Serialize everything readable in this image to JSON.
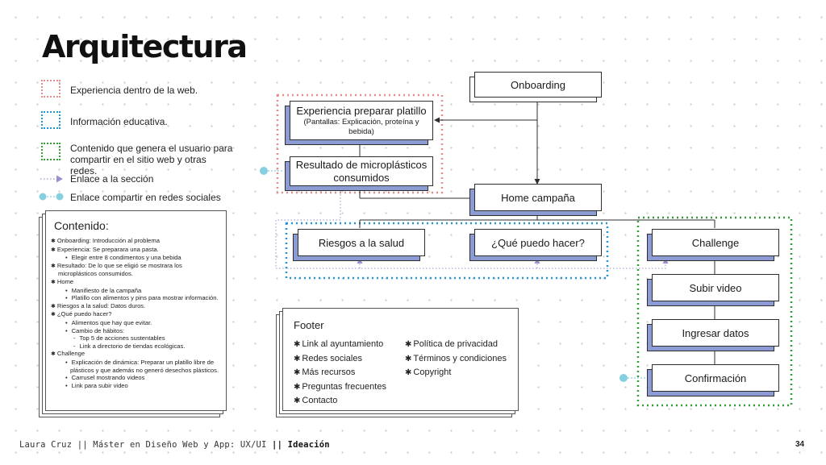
{
  "title": "Arquitectura",
  "legend": {
    "items": [
      {
        "label": "Experiencia dentro de la web.",
        "style": "dotted-box",
        "color": "#e88b8b"
      },
      {
        "label": "Información educativa.",
        "style": "dotted-box",
        "color": "#1e96d8"
      },
      {
        "label": "Contenido que genera el usuario para compartir en el sitio web y otras redes.",
        "style": "dotted-box",
        "color": "#2e9e35"
      },
      {
        "label": "Enlace a la sección",
        "style": "dotted-arrow",
        "color": "#9b8fcf"
      },
      {
        "label": "Enlace compartir en redes sociales",
        "style": "dot-link",
        "color": "#86cfe0"
      }
    ]
  },
  "content_panel": {
    "title": "Contenido:",
    "items": [
      {
        "level": 1,
        "text": "Onboarding: Introducción al problema"
      },
      {
        "level": 1,
        "text": "Experiencia: Se preparara una pasta."
      },
      {
        "level": 2,
        "text": "Elegir entre 8 condimentos y una bebida"
      },
      {
        "level": 1,
        "text": "Resultado: De lo que se eligió se mostrara los"
      },
      {
        "level": 0,
        "text": "microplásticos consumidos."
      },
      {
        "level": 1,
        "text": "Home"
      },
      {
        "level": 2,
        "text": "Manifiesto de la campaña"
      },
      {
        "level": 2,
        "text": "Platillo con alimentos y pins para mostrar información."
      },
      {
        "level": 1,
        "text": "Riesgos a la salud: Datos duros."
      },
      {
        "level": 1,
        "text": "¿Qué puedo hacer?"
      },
      {
        "level": 2,
        "text": "Alimentos que hay que evitar."
      },
      {
        "level": 2,
        "text": "Cambio de hábitos:"
      },
      {
        "level": 3,
        "text": "Top 5 de acciones sustentables"
      },
      {
        "level": 3,
        "text": "Link a directorio de tiendas ecológicas."
      },
      {
        "level": 1,
        "text": "Challenge"
      },
      {
        "level": 2,
        "text": "Explicación de dinámica: Preparar un platillo libre de"
      },
      {
        "level": 4,
        "text": "plásticos y que además no generó desechos plásticos."
      },
      {
        "level": 2,
        "text": "Carrusel mostrando videos"
      },
      {
        "level": 2,
        "text": "Link para subir video"
      }
    ]
  },
  "nodes": {
    "onboarding": "Onboarding",
    "experiencia": "Experiencia preparar platillo",
    "experiencia_sub": "(Pantallas: Explicación, proteína y bebida)",
    "resultado": "Resultado de microplásticos consumidos",
    "home": "Home campaña",
    "riesgos": "Riesgos a la salud",
    "que_puedo": "¿Qué puedo hacer?",
    "challenge": "Challenge",
    "subir_video": "Subir video",
    "ingresar_datos": "Ingresar datos",
    "confirmacion": "Confirmación"
  },
  "footer_panel": {
    "title": "Footer",
    "col1": [
      "Link al ayuntamiento",
      "Redes sociales",
      "Más recursos",
      "Preguntas frecuentes",
      "Contacto"
    ],
    "col2": [
      "Política de privacidad",
      "Términos y condiciones",
      "Copyright"
    ]
  },
  "page_footer": {
    "text": "Laura Cruz || Máster en Diseño Web y App: UX/UI",
    "section": "|| Ideación",
    "page_number": "34"
  }
}
